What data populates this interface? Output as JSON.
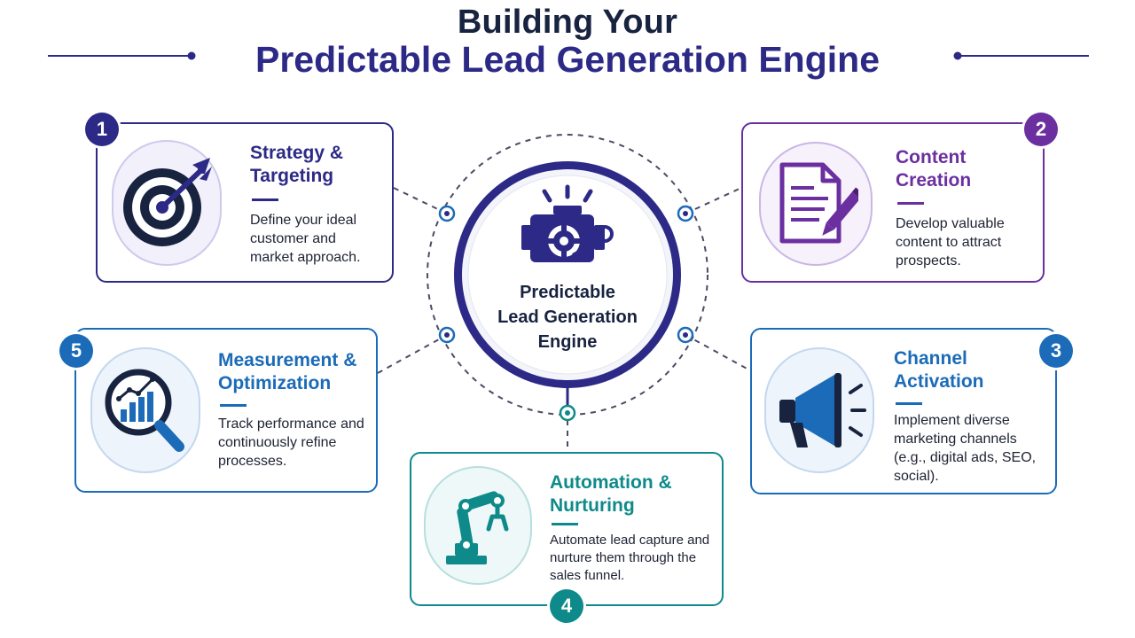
{
  "header": {
    "title_line1": "Building Your",
    "title_line2": "Predictable Lead Generation Engine"
  },
  "hub": {
    "label": "Predictable\nLead Generation\nEngine",
    "icon": "engine-gear-icon"
  },
  "colors": {
    "navy": "#17233f",
    "indigo": "#2c2a86",
    "purple": "#6b2fa0",
    "blue": "#1b6bb8",
    "teal": "#0f8a8a"
  },
  "steps": [
    {
      "number": "1",
      "title": "Strategy &\nTargeting",
      "description": "Define your ideal customer and market approach.",
      "icon": "target-arrow-icon",
      "color": "#2c2a86"
    },
    {
      "number": "2",
      "title": "Content\nCreation",
      "description": "Develop valuable content to attract prospects.",
      "icon": "document-pen-icon",
      "color": "#6b2fa0"
    },
    {
      "number": "3",
      "title": "Channel\nActivation",
      "description": "Implement diverse marketing channels (e.g., digital ads, SEO, social).",
      "icon": "megaphone-icon",
      "color": "#1b6bb8"
    },
    {
      "number": "4",
      "title": "Automation &\nNurturing",
      "description": "Automate lead capture and nurture them through the sales funnel.",
      "icon": "robotic-arm-icon",
      "color": "#0f8a8a"
    },
    {
      "number": "5",
      "title": "Measurement &\nOptimization",
      "description": "Track performance and continuously refine processes.",
      "icon": "magnifier-chart-icon",
      "color": "#1b6bb8"
    }
  ]
}
